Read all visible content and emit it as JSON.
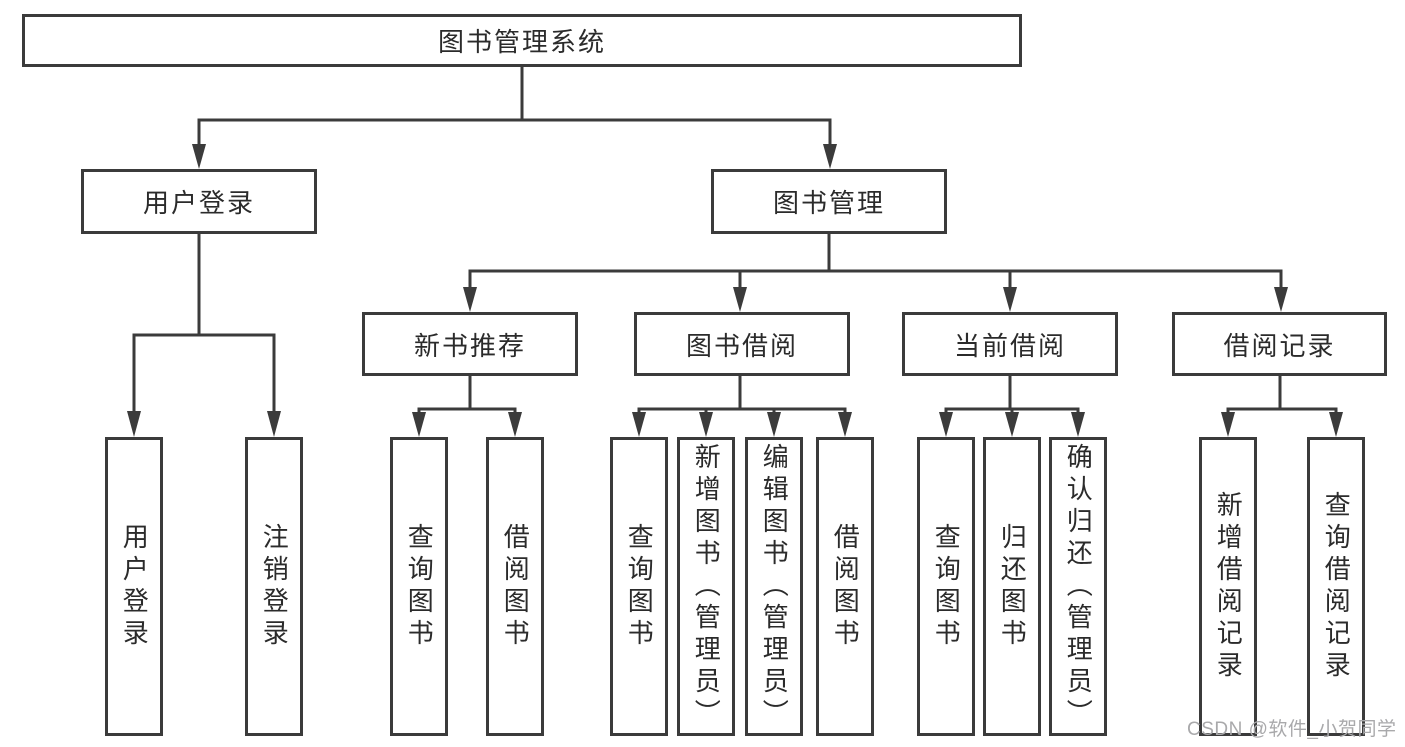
{
  "diagram": {
    "colors": {
      "line": "#3b3b3b",
      "text": "#2b2b2b",
      "background": "#ffffff",
      "watermark": "#a9a9ab"
    },
    "watermark": "CSDN @软件_小贺同学",
    "tree": {
      "root": {
        "label": "图书管理系统"
      },
      "branches": [
        {
          "label": "用户登录",
          "children": [
            {
              "label": "用户登录"
            },
            {
              "label": "注销登录"
            }
          ]
        },
        {
          "label": "图书管理",
          "children": [
            {
              "label": "新书推荐",
              "children": [
                {
                  "label": "查询图书"
                },
                {
                  "label": "借阅图书"
                }
              ]
            },
            {
              "label": "图书借阅",
              "children": [
                {
                  "label": "查询图书"
                },
                {
                  "label": "新增图书（管理员）"
                },
                {
                  "label": "编辑图书（管理员）"
                },
                {
                  "label": "借阅图书"
                }
              ]
            },
            {
              "label": "当前借阅",
              "children": [
                {
                  "label": "查询图书"
                },
                {
                  "label": "归还图书"
                },
                {
                  "label": "确认归还（管理员）"
                }
              ]
            },
            {
              "label": "借阅记录",
              "children": [
                {
                  "label": "新增借阅记录"
                },
                {
                  "label": "查询借阅记录"
                }
              ]
            }
          ]
        }
      ]
    }
  }
}
